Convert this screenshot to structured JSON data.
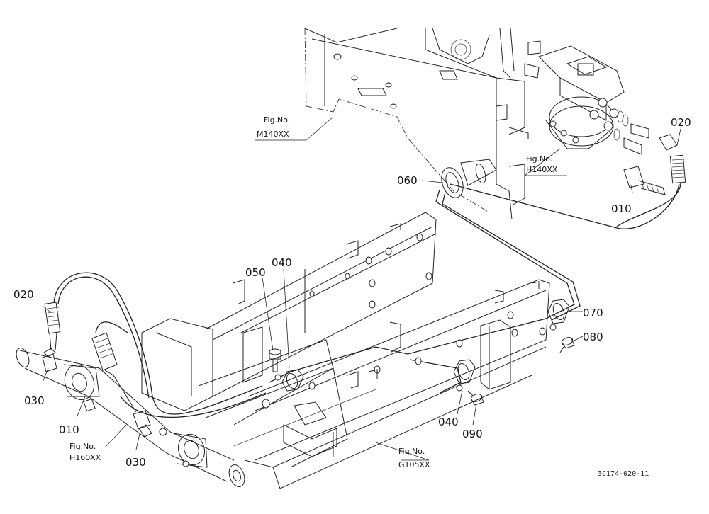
{
  "parts": [
    {
      "id": "p020a",
      "text": "020"
    },
    {
      "id": "p010a",
      "text": "010"
    },
    {
      "id": "p060",
      "text": "060"
    },
    {
      "id": "p040a",
      "text": "040"
    },
    {
      "id": "p050",
      "text": "050"
    },
    {
      "id": "p020b",
      "text": "020"
    },
    {
      "id": "p030a",
      "text": "030"
    },
    {
      "id": "p010b",
      "text": "010"
    },
    {
      "id": "p030b",
      "text": "030"
    },
    {
      "id": "p070",
      "text": "070"
    },
    {
      "id": "p080",
      "text": "080"
    },
    {
      "id": "p040b",
      "text": "040"
    },
    {
      "id": "p090",
      "text": "090"
    }
  ],
  "fig_refs": [
    {
      "id": "m140",
      "line1": "Fig.No.",
      "line2": "M140XX"
    },
    {
      "id": "h140",
      "line1": "Fig.No.",
      "line2": "H140XX"
    },
    {
      "id": "h160",
      "line1": "Fig.No.",
      "line2": "H160XX"
    },
    {
      "id": "g105",
      "line1": "Fig.No.",
      "line2": "G105XX"
    }
  ],
  "drawing_code": "3C174-020-11"
}
